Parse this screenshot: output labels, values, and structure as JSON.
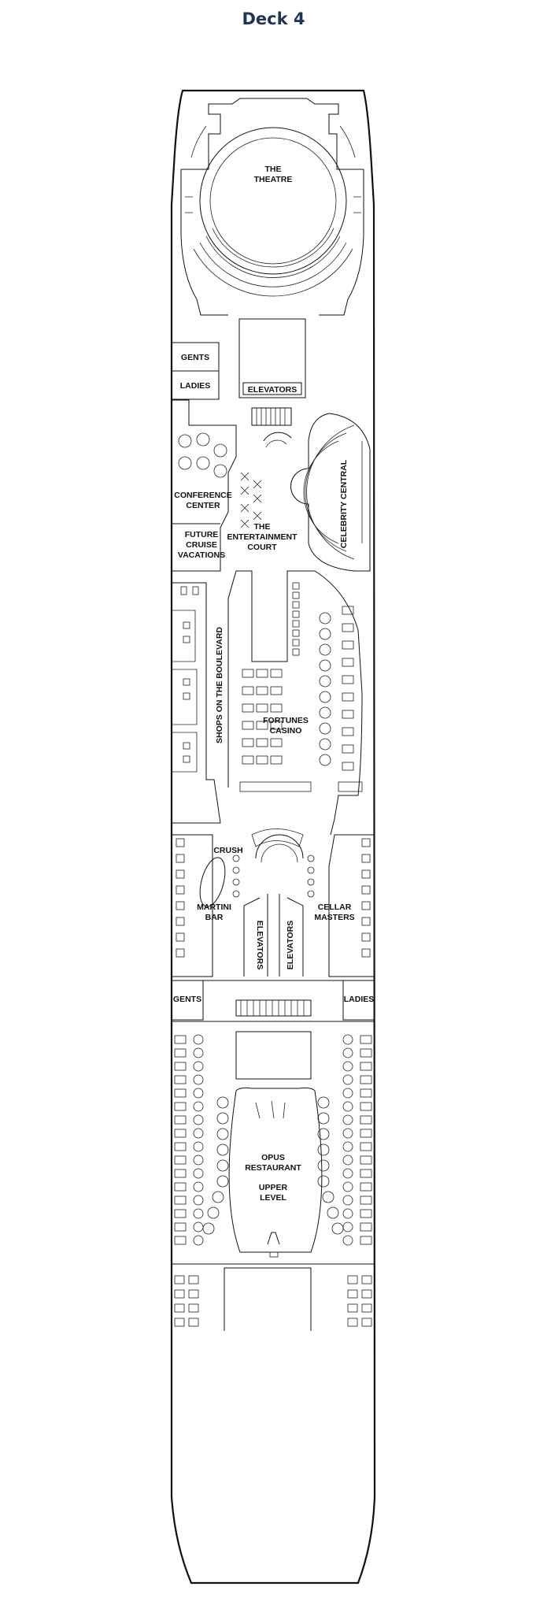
{
  "title": "Deck 4",
  "colors": {
    "title": "#1f3556",
    "line": "#111111",
    "background": "#ffffff"
  },
  "labels": {
    "theatre": [
      "THE",
      "THEATRE"
    ],
    "gents_fwd": "GENTS",
    "ladies_fwd": "LADIES",
    "elevators_fwd": "ELEVATORS",
    "conference": [
      "CONFERENCE",
      "CENTER"
    ],
    "future_cruise": [
      "FUTURE",
      "CRUISE",
      "VACATIONS"
    ],
    "entertainment_court": [
      "THE",
      "ENTERTAINMENT",
      "COURT"
    ],
    "celebrity_central": "CELEBRITY CENTRAL",
    "shops": "SHOPS ON THE BOULEVARD",
    "casino": [
      "FORTUNES",
      "CASINO"
    ],
    "crush": "CRUSH",
    "martini": [
      "MARTINI",
      "BAR"
    ],
    "cellar": [
      "CELLAR",
      "MASTERS"
    ],
    "elevators_port": "ELEVATORS",
    "elevators_stbd": "ELEVATORS",
    "gents_aft": "GENTS",
    "ladies_aft": "LADIES",
    "opus": [
      "OPUS",
      "RESTAURANT",
      "UPPER",
      "LEVEL"
    ]
  }
}
